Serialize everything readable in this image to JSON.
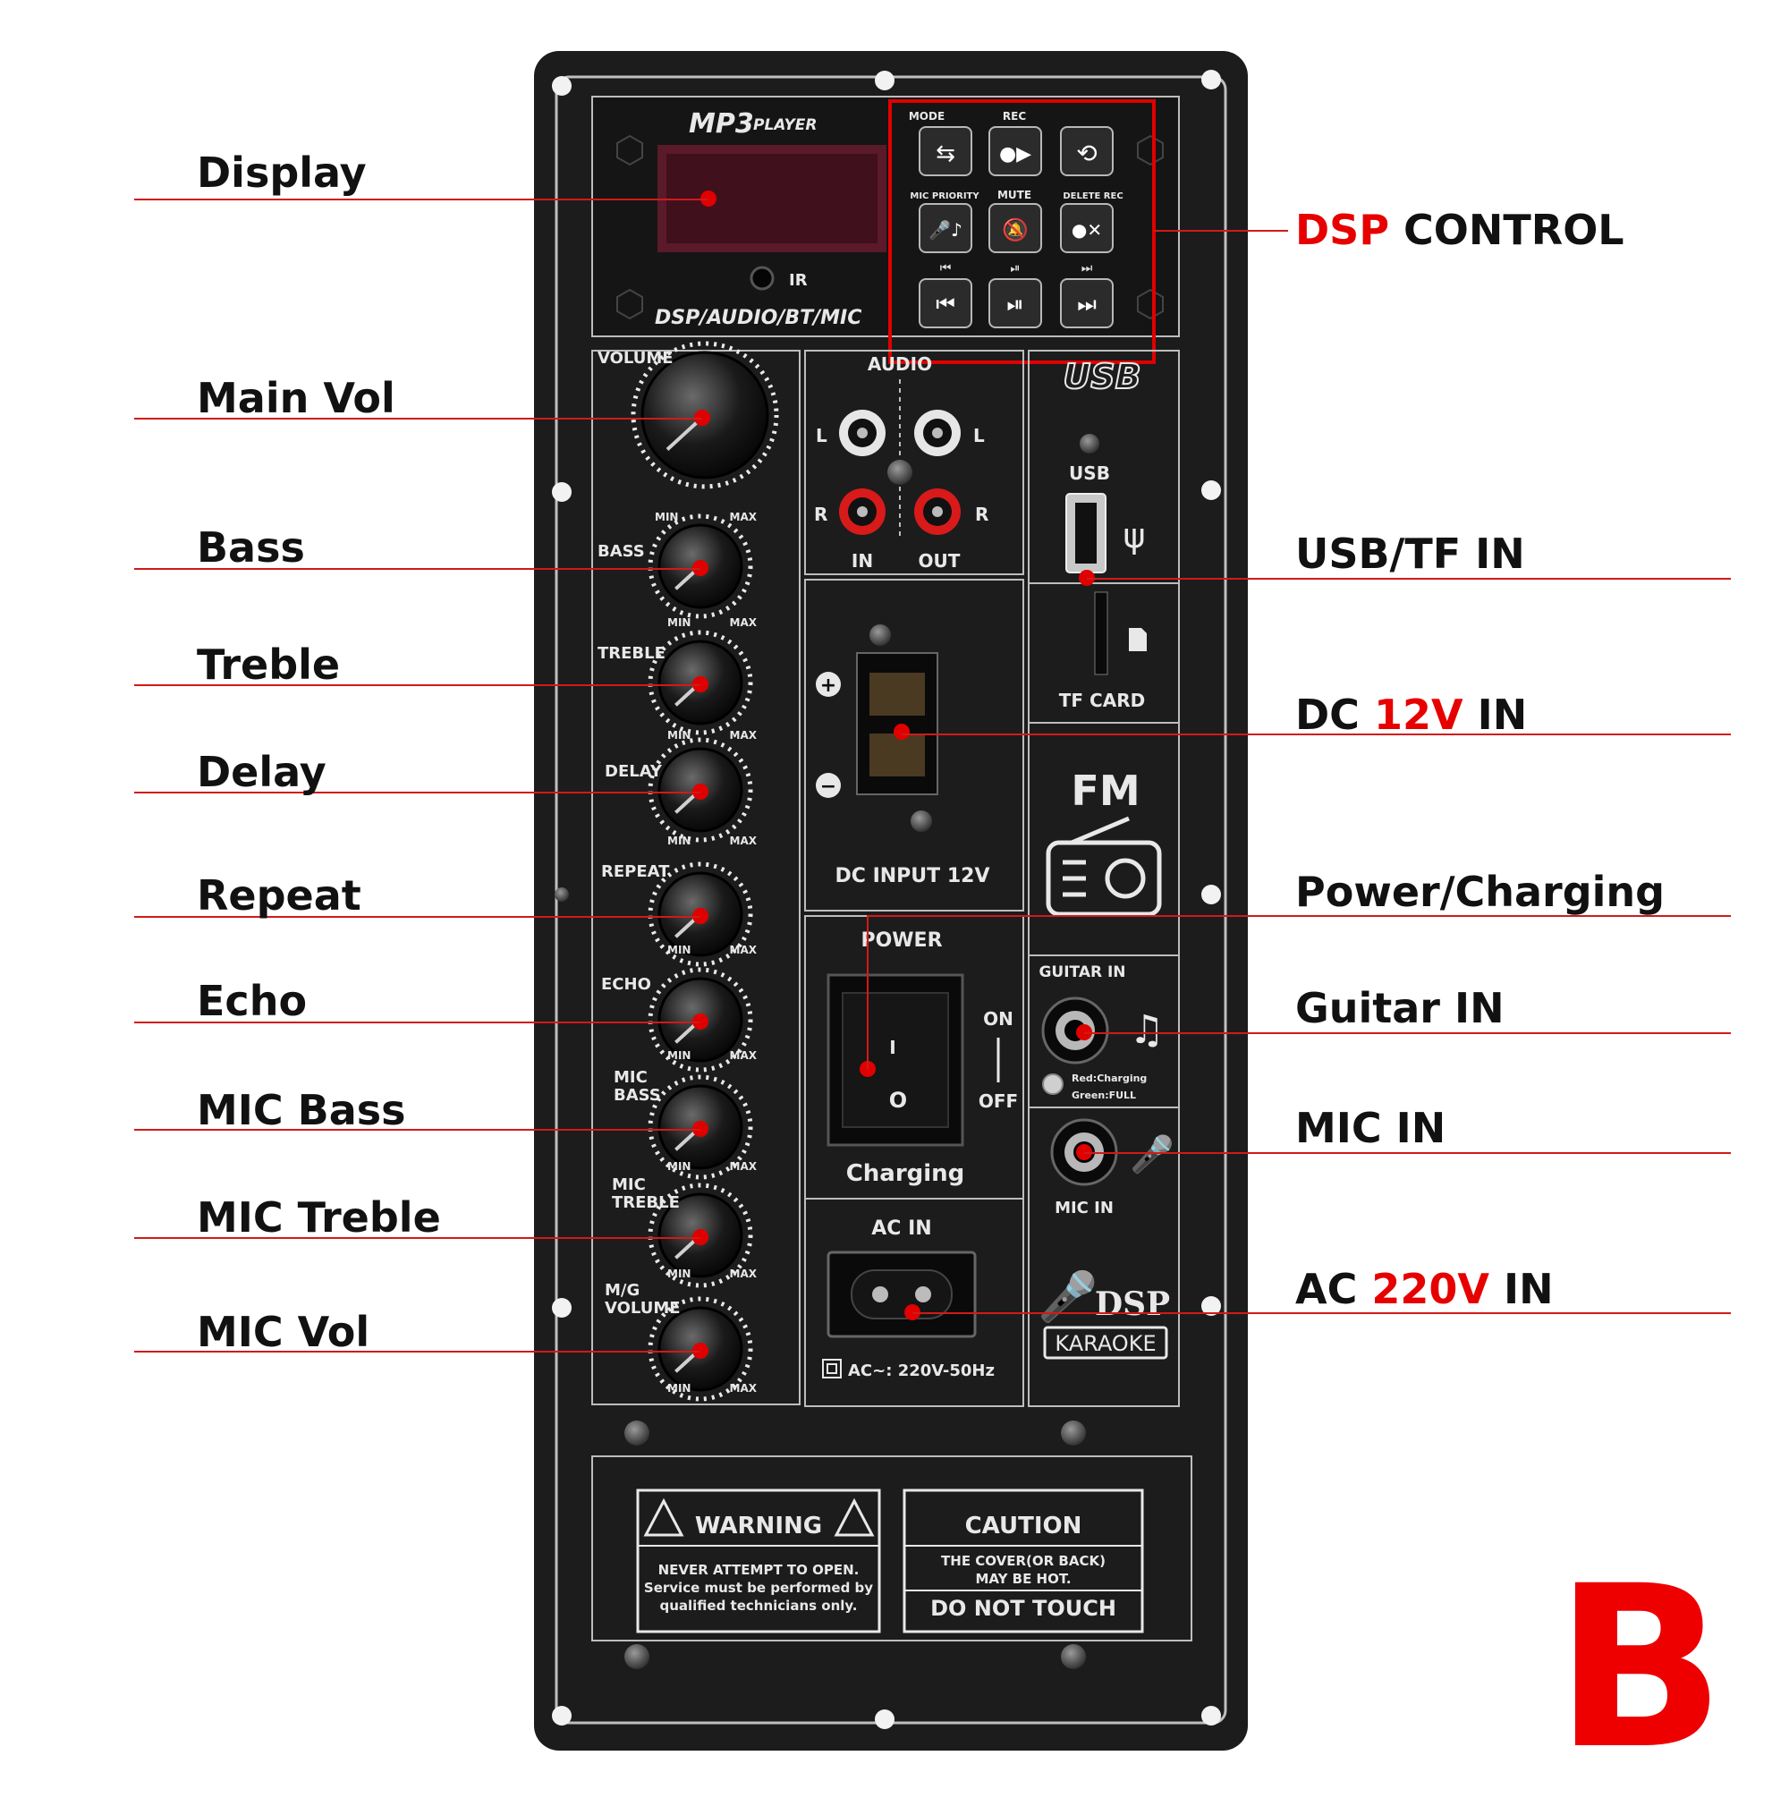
{
  "left_callouts": [
    {
      "id": "display",
      "label": "Display"
    },
    {
      "id": "main-vol",
      "label": "Main Vol"
    },
    {
      "id": "bass",
      "label": "Bass"
    },
    {
      "id": "treble",
      "label": "Treble"
    },
    {
      "id": "delay",
      "label": "Delay"
    },
    {
      "id": "repeat",
      "label": "Repeat"
    },
    {
      "id": "echo",
      "label": "Echo"
    },
    {
      "id": "mic-bass",
      "label": "MIC Bass"
    },
    {
      "id": "mic-treble",
      "label": "MIC Treble"
    },
    {
      "id": "mic-vol",
      "label": "MIC Vol"
    }
  ],
  "right_callouts": {
    "dsp_control": {
      "red": "DSP",
      "rest": " CONTROL"
    },
    "usb_tf_in": "USB/TF IN",
    "dc_in": {
      "pre": "DC ",
      "red": "12V",
      "post": " IN"
    },
    "power_charging": "Power/Charging",
    "guitar_in": "Guitar IN",
    "mic_in": "MIC IN",
    "ac_in": {
      "pre": "AC ",
      "red": "220V",
      "post": " IN"
    }
  },
  "panel": {
    "brand_main": "MP3",
    "brand_sub": "PLAYER",
    "ir": "IR",
    "module_name": "DSP/AUDIO/BT/MIC",
    "buttons": [
      {
        "label": "MODE",
        "icon": "mode-icon",
        "glyph": "⇆"
      },
      {
        "label": "REC",
        "icon": "record-icon",
        "glyph": "●▶"
      },
      {
        "label": "",
        "icon": "repeat-icon",
        "glyph": "⟲"
      },
      {
        "label": "MIC PRIORITY",
        "icon": "mic-priority-icon",
        "glyph": "🎤♪"
      },
      {
        "label": "MUTE",
        "icon": "mute-bell-icon",
        "glyph": "🔕"
      },
      {
        "label": "DELETE REC",
        "icon": "delete-rec-icon",
        "glyph": "●✕"
      },
      {
        "label": "",
        "icon": "previous-icon",
        "glyph": "⏮"
      },
      {
        "label": "",
        "icon": "play-pause-icon",
        "glyph": "⏯"
      },
      {
        "label": "",
        "icon": "next-icon",
        "glyph": "⏭"
      }
    ],
    "knobs": [
      {
        "label": "VOLUME",
        "min": "MIN",
        "max": "MAX"
      },
      {
        "label": "BASS",
        "min": "MIN",
        "max": "MAX"
      },
      {
        "label": "TREBLE",
        "min": "MIN",
        "max": "MAX"
      },
      {
        "label": "DELAY",
        "min": "MIN",
        "max": "MAX"
      },
      {
        "label": "REPEAT",
        "min": "MIN",
        "max": "MAX"
      },
      {
        "label": "ECHO",
        "min": "MIN",
        "max": "MAX"
      },
      {
        "label": "MIC BASS",
        "min": "MIN",
        "max": "MAX"
      },
      {
        "label": "MIC TREBLE",
        "min": "MIN",
        "max": "MAX"
      },
      {
        "label": "M/G VOLUME",
        "min": "MIN",
        "max": "MAX"
      }
    ],
    "audio": {
      "title": "AUDIO",
      "left": "L",
      "right": "R",
      "in": "IN",
      "out": "OUT"
    },
    "usb": {
      "logo": "USB",
      "label": "USB"
    },
    "tf_card": "TF CARD",
    "dc_input": "DC INPUT 12V",
    "plus": "+",
    "minus": "−",
    "fm": "FM",
    "power": {
      "title": "POWER",
      "on": "ON",
      "off": "OFF",
      "i": "I",
      "o": "O",
      "charging": "Charging"
    },
    "guitar_in": "GUITAR IN",
    "led_red": "Red:Charging",
    "led_green": "Green:FULL",
    "mic_in": "MIC IN",
    "ac_in": "AC IN",
    "ac_rating": "AC~: 220V-50Hz",
    "dsp": "DSP",
    "karaoke": "KARAOKE",
    "warning": {
      "title": "WARNING",
      "line1": "NEVER ATTEMPT TO OPEN.",
      "line2": "Service must be performed by",
      "line3": "qualified technicians only."
    },
    "caution": {
      "title": "CAUTION",
      "line1": "THE COVER(OR BACK)",
      "line2": "MAY BE HOT.",
      "line3": "DO NOT TOUCH"
    }
  },
  "corner_letter": "B",
  "colors": {
    "accent_red": "#e60000",
    "panel": "#1c1c1c",
    "leader": "#d11a1a"
  }
}
